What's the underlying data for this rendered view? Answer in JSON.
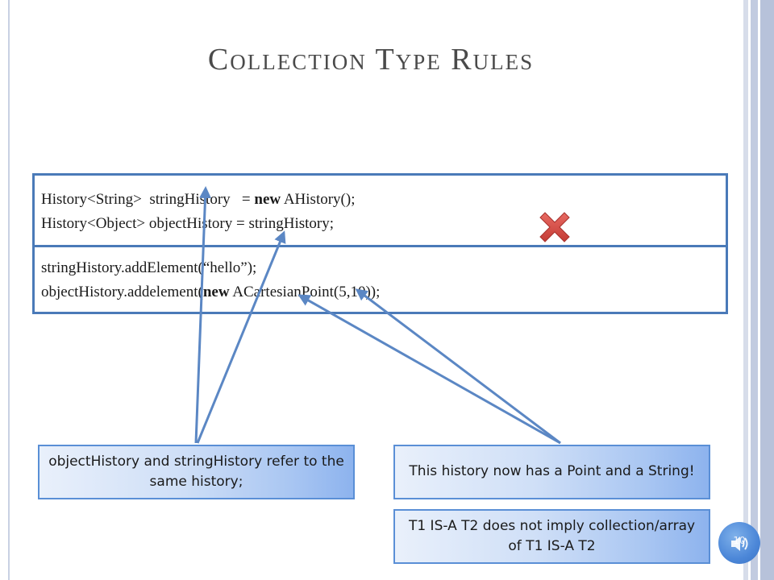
{
  "slide": {
    "title": "Collection Type Rules",
    "slide_number": "10"
  },
  "code": {
    "line1": {
      "a": "History<String>  stringHistory   = ",
      "kw": "new",
      "b": " AHistory();"
    },
    "line2": {
      "a": "History<Object> objectHistory = stringHistory;"
    },
    "line3": {
      "a": "stringHistory.addElement(“hello”);"
    },
    "line4": {
      "a": "objectHistory.addelement(",
      "kw": "new",
      "b": " ACartesianPoint(5,10));"
    }
  },
  "callouts": {
    "same_history": "objectHistory and stringHistory refer to the same history;",
    "point_and_string": "This history now has a Point and a String!",
    "isa_rule": "T1 IS-A T2 does not imply collection/array of T1 IS-A T2"
  },
  "icons": {
    "error": "x-icon",
    "audio": "speaker-icon"
  },
  "colors": {
    "accent": "#4a7ab8",
    "arrow": "#5b87c4",
    "error_mark": "#d9504a"
  }
}
